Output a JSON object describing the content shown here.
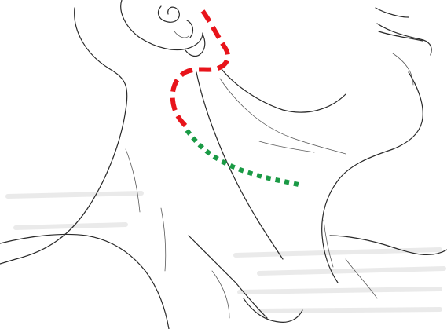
{
  "figure": {
    "subject": "neck-lateral-view-line-drawing",
    "background_color": "#ffffff",
    "line_color": "#2a2a2a",
    "bleed_through_color": "#d9d9d9"
  },
  "incision_lines": [
    {
      "id": "preauricular-cervical-incision",
      "style": "dashed",
      "color": "#e8141b"
    },
    {
      "id": "neck-extension-line",
      "style": "dotted",
      "color": "#1a9a45"
    }
  ]
}
